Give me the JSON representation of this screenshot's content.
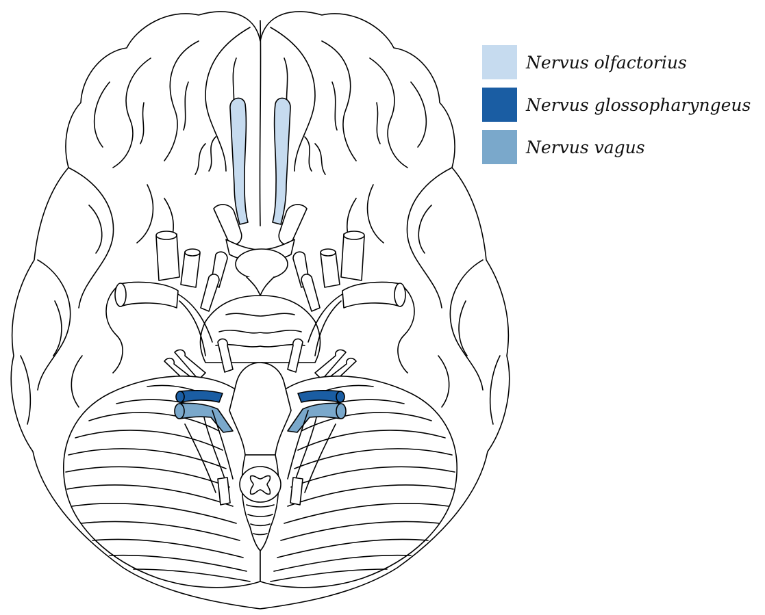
{
  "legend": {
    "items": [
      {
        "id": "olfactorius",
        "label": "Nervus olfactorius",
        "color": "#c6dbef"
      },
      {
        "id": "glossopharyngeus",
        "label": "Nervus glossopharyngeus",
        "color": "#1a5da3"
      },
      {
        "id": "vagus",
        "label": "Nervus vagus",
        "color": "#7aa8cb"
      }
    ]
  },
  "colors": {
    "outline": "#000000",
    "fill": "#ffffff",
    "olfactorius": "#c6dbef",
    "glossopharyngeus": "#1a5da3",
    "vagus": "#7aa8cb"
  }
}
